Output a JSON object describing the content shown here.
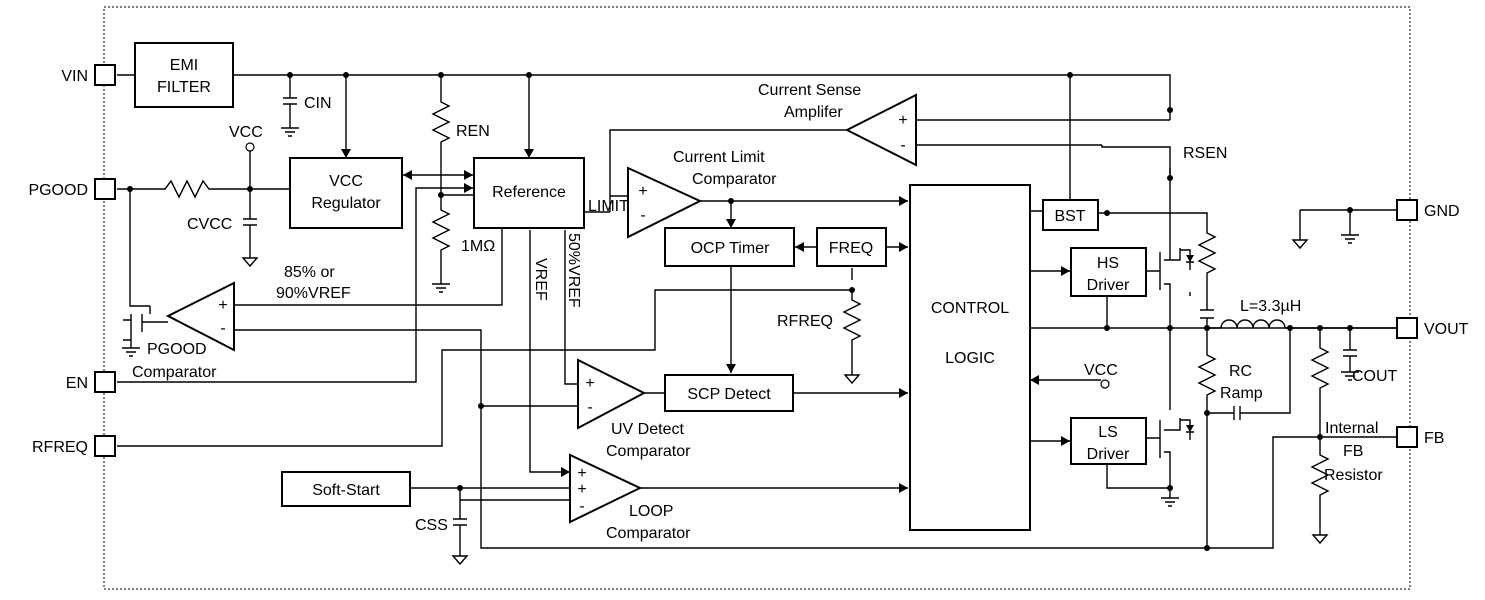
{
  "pins": {
    "vin": "VIN",
    "pgood": "PGOOD",
    "en": "EN",
    "rfreq": "RFREQ",
    "gnd": "GND",
    "vout": "VOUT",
    "fb": "FB"
  },
  "blocks": {
    "emi_line1": "EMI",
    "emi_line2": "FILTER",
    "vcc_reg_line1": "VCC",
    "vcc_reg_line2": "Regulator",
    "reference": "Reference",
    "ocp_timer": "OCP Timer",
    "freq": "FREQ",
    "control_line1": "CONTROL",
    "control_line2": "LOGIC",
    "bst": "BST",
    "hs_line1": "HS",
    "hs_line2": "Driver",
    "ls_line1": "LS",
    "ls_line2": "Driver",
    "scp_detect": "SCP Detect",
    "soft_start": "Soft-Start"
  },
  "labels": {
    "cin": "CIN",
    "vcc_top": "VCC",
    "cvcc": "CVCC",
    "ren": "REN",
    "one_meg": "1MΩ",
    "limit": "LIMIT",
    "vref": "VREF",
    "half_vref": "50%VREF",
    "pct_line1": "85% or",
    "pct_line2": "90%VREF",
    "pgood_comp_line1": "PGOOD",
    "pgood_comp_line2": "Comparator",
    "current_sense_line1": "Current Sense",
    "current_sense_line2": "Amplifer",
    "current_limit_line1": "Current Limit",
    "current_limit_line2": "Comparator",
    "rsen": "RSEN",
    "rfreq_res": "RFREQ",
    "uv_line1": "UV Detect",
    "uv_line2": "Comparator",
    "loop_line1": "LOOP",
    "loop_line2": "Comparator",
    "css": "CSS",
    "inductor": "L=3.3µH",
    "rc_line1": "RC",
    "rc_line2": "Ramp",
    "cout": "COUT",
    "vcc_mid": "VCC",
    "internal_line1": "Internal",
    "internal_line2": "FB",
    "internal_line3": "Resistor"
  },
  "op_signs": {
    "plus": "+",
    "minus": "-"
  }
}
